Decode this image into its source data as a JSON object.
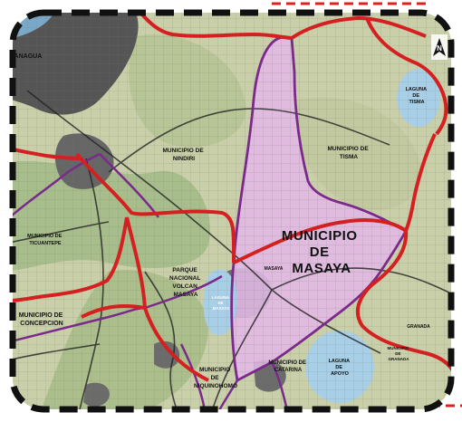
{
  "map": {
    "north_label": "N",
    "labels": {
      "municipio_masaya": [
        "MUNICIPIO",
        "DE",
        "MASAYA"
      ],
      "municipio_nindiri": [
        "MUNICIPIO DE",
        "NINDIRI"
      ],
      "municipio_tisma": [
        "MUNICIPIO DE",
        "TISMA"
      ],
      "laguna_tisma": [
        "LAGUNA",
        "DE",
        "TISMA"
      ],
      "municipio_ticuantepe": [
        "MUNICIPIO DE",
        "TICUANTEPE"
      ],
      "parque_nacional": [
        "PARQUE",
        "NACIONAL",
        "VOLCAN",
        "MASAYA"
      ],
      "laguna_masaya": [
        "LAGUNA",
        "DE",
        "MASAYA"
      ],
      "municipio_concepcion": [
        "MUNICIPIO DE",
        "CONCEPCION"
      ],
      "laguna_apoyo": [
        "LAGUNA",
        "DE",
        "APOYO"
      ],
      "municipio_catarina": [
        "MUNICIPIO DE",
        "CATARINA"
      ],
      "municipio_niquinohomo": [
        "MUNICIPIO",
        "DE",
        "NIQUINOHOMO"
      ],
      "granada": "GRANADA",
      "municipio_granada": [
        "MUNICIPIO",
        "DE",
        "GRANADA"
      ],
      "managua": "MANAGUA",
      "masaya_city": "MASAYA"
    },
    "colors": {
      "municipal_boundary": "#d42020",
      "district_boundary": "#7a2a8a",
      "masaya_fill": "#e2b8e6",
      "lake": "#a8cfe8",
      "urban": "#555555",
      "terrain": "#c9cfa8",
      "forest": "#9fb883",
      "frame": "#111111"
    }
  }
}
